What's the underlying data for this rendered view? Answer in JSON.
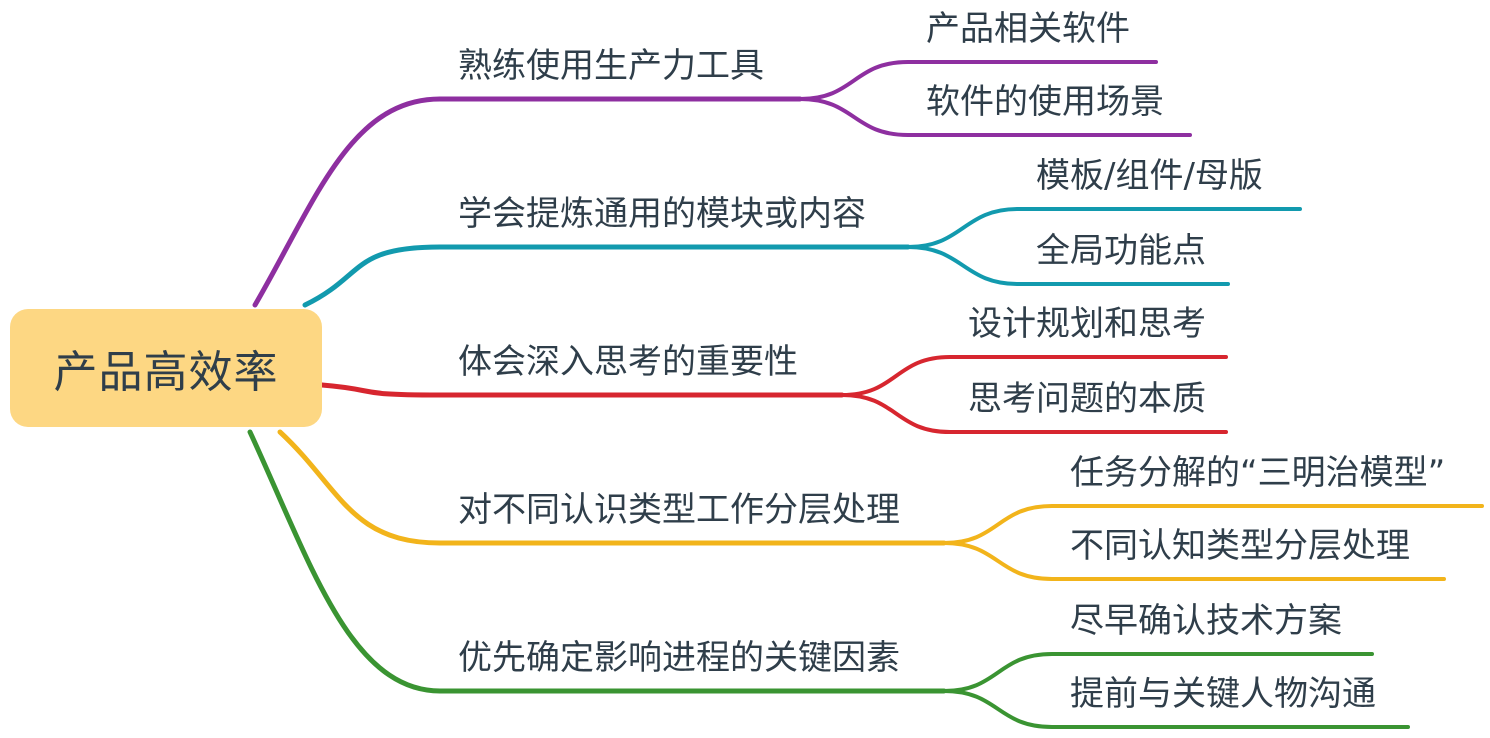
{
  "root": {
    "label": "产品高效率",
    "fill": "#FDD783"
  },
  "branches": [
    {
      "label": "熟练使用生产力工具",
      "color": "#8E2FA0",
      "children": [
        "产品相关软件",
        "软件的使用场景"
      ]
    },
    {
      "label": "学会提炼通用的模块或内容",
      "color": "#129AAE",
      "children": [
        "模板/组件/母版",
        "全局功能点"
      ]
    },
    {
      "label": "体会深入思考的重要性",
      "color": "#D7262F",
      "children": [
        "设计规划和思考",
        "思考问题的本质"
      ]
    },
    {
      "label": "对不同认识类型工作分层处理",
      "color": "#F2B41B",
      "children": [
        "任务分解的“三明治模型”",
        "不同认知类型分层处理"
      ]
    },
    {
      "label": "优先确定影响进程的关键因素",
      "color": "#3A9432",
      "children": [
        "尽早确认技术方案",
        "提前与关键人物沟通"
      ]
    }
  ]
}
